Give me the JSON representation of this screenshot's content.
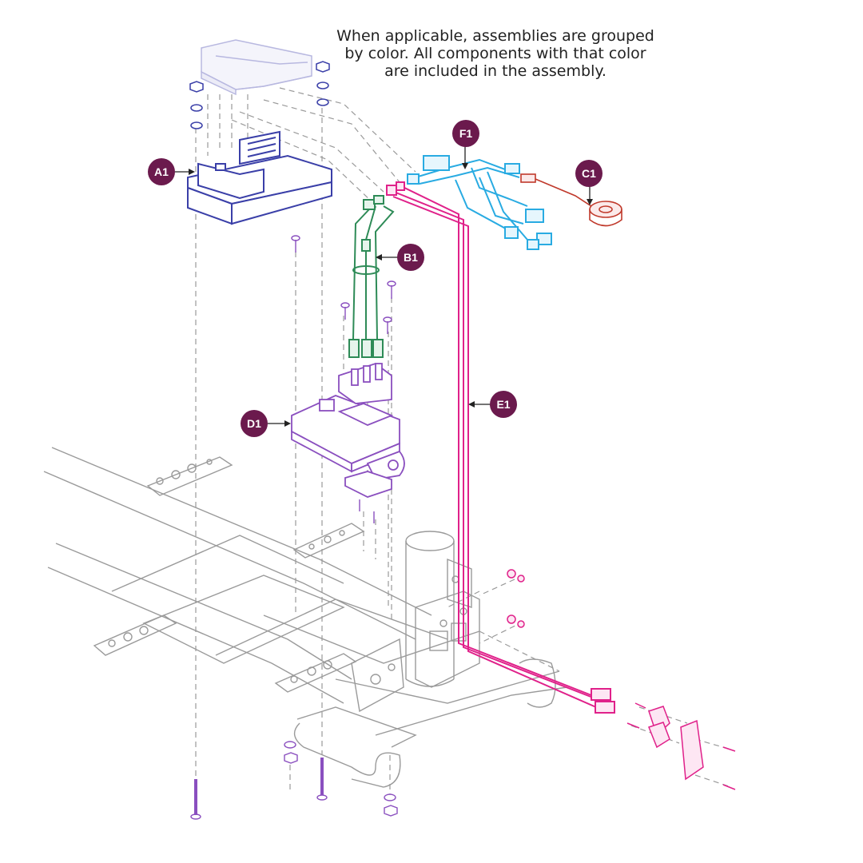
{
  "note": {
    "line1": "When applicable, assemblies are grouped",
    "line2": "by color. All components with that color",
    "line3": "are included in the assembly."
  },
  "callouts": {
    "a1": "A1",
    "b1": "B1",
    "c1": "C1",
    "d1": "D1",
    "e1": "E1",
    "f1": "F1"
  },
  "colors": {
    "callout_bg": "#6b1a4d",
    "a1_controller": "#3a3fa8",
    "b1_harness": "#2e8b57",
    "c1_component": "#c0392b",
    "d1_bracket": "#8a4fbf",
    "e1_harness": "#e0218a",
    "f1_harness": "#29abe2",
    "frame": "#9a9a9a",
    "cover": "#b8b8e0"
  }
}
